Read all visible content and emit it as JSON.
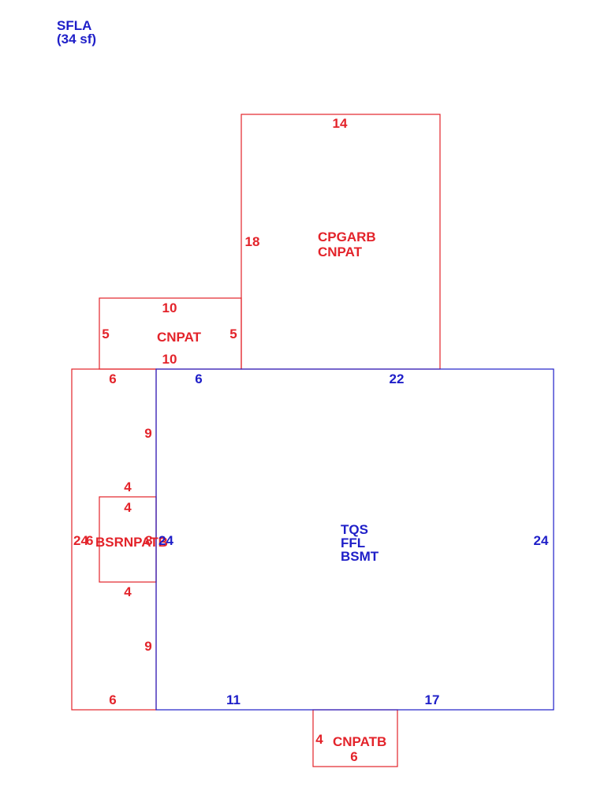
{
  "colors": {
    "red": "#e3232a",
    "blue": "#1e1ec8"
  },
  "sfla": {
    "title": "SFLA",
    "area": "(34 sf)"
  },
  "top_garage": {
    "width": "14",
    "height": "18",
    "label1": "CPGARB",
    "label2": "CNPAT"
  },
  "cnpat_porch": {
    "top": "10",
    "bottom": "10",
    "left": "5",
    "right": "5",
    "label": "CNPAT"
  },
  "main": {
    "top_left": "6",
    "top_right": "22",
    "left": "24",
    "right": "24",
    "bottom_left": "11",
    "bottom_right": "17",
    "label1": "TQS",
    "label2": "FFL",
    "label3": "BSMT"
  },
  "left_wing": {
    "top": "6",
    "bottom": "6",
    "left": "24",
    "upper": "9",
    "lower": "9",
    "mid_left": "6",
    "mid_right": "8",
    "label": "BSRNPATB"
  },
  "small_box": {
    "top_outer": "4",
    "top_inner": "4",
    "bottom": "4"
  },
  "bottom_box": {
    "left": "4",
    "bottom": "6",
    "label": "CNPATB"
  }
}
